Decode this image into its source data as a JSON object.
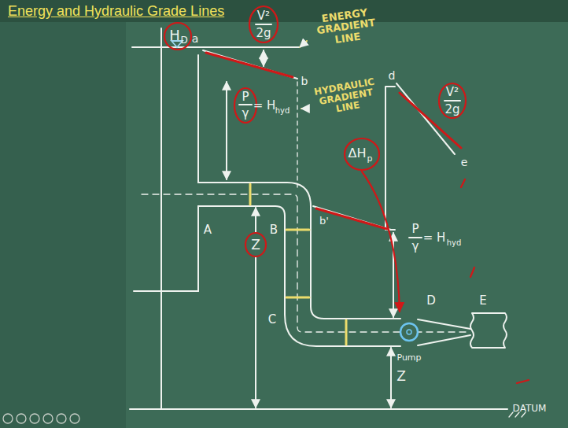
{
  "diagram": {
    "title": "Energy and Hydraulic Grade Lines",
    "labels": [
      "H",
      "D",
      "V²",
      "2g",
      "ENERGY GRADIENT LINE",
      "a",
      "b",
      "P",
      "γ",
      "= H",
      "hyd",
      "HYDRAULIC GRADIENT LINE",
      "ΔH",
      "p",
      "d",
      "V²",
      "2g",
      "e",
      "A",
      "B",
      "b'",
      "Z",
      "P",
      "γ",
      "= H",
      "hyd",
      "C",
      "D",
      "Pump",
      "E",
      "Z",
      "DATUM"
    ]
  }
}
